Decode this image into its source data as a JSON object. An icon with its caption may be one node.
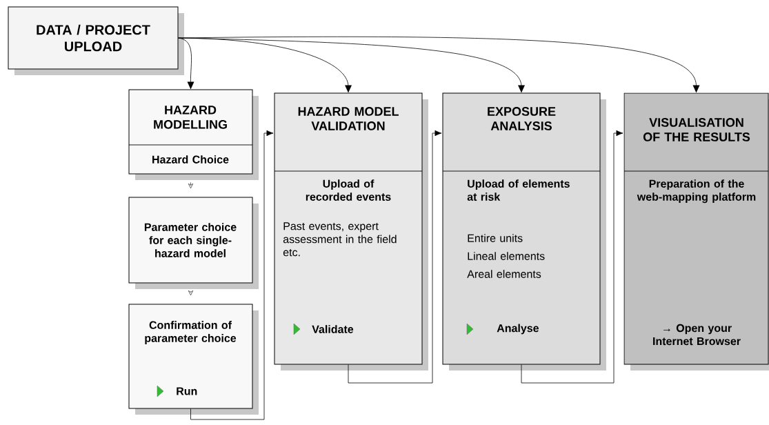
{
  "diagram": {
    "nodes": [
      {
        "text": [
          "DATA / PROJECT UPLOAD"
        ]
      },
      {
        "text": [
          "HAZARD MODELLING",
          "Hazard Choice"
        ]
      },
      {
        "text": [
          "Parameter choice for each single-hazard model"
        ]
      },
      {
        "text": [
          "Confirmation of parameter choice",
          "Run"
        ]
      },
      {
        "text": [
          "HAZARD MODEL VALIDATION",
          "Upload of recorded events",
          "Past events, expert assessment in the field etc.",
          "Validate"
        ]
      },
      {
        "text": [
          "EXPOSURE ANALYSIS",
          "Upload of elements at risk",
          "Entire units",
          "Lineal elements",
          "Areal elements",
          "Analyse"
        ]
      },
      {
        "text": [
          "VISUALISATION OF THE RESULTS",
          "Preparation of the web-mapping platform",
          "→ Open your Internet Browser"
        ]
      }
    ],
    "edges": [
      {
        "from": 0,
        "to": 1,
        "arrow": "to"
      },
      {
        "from": 0,
        "to": 4,
        "arrow": "to"
      },
      {
        "from": 0,
        "to": 5,
        "arrow": "to"
      },
      {
        "from": 0,
        "to": 6,
        "arrow": "to"
      },
      {
        "from": 1,
        "to": 2,
        "arrow": "to"
      },
      {
        "from": 2,
        "to": 3,
        "arrow": "to"
      },
      {
        "from": 3,
        "to": 4,
        "arrow": "to"
      },
      {
        "from": 4,
        "to": 5,
        "arrow": "to"
      },
      {
        "from": 5,
        "to": 6,
        "arrow": "to"
      }
    ]
  }
}
